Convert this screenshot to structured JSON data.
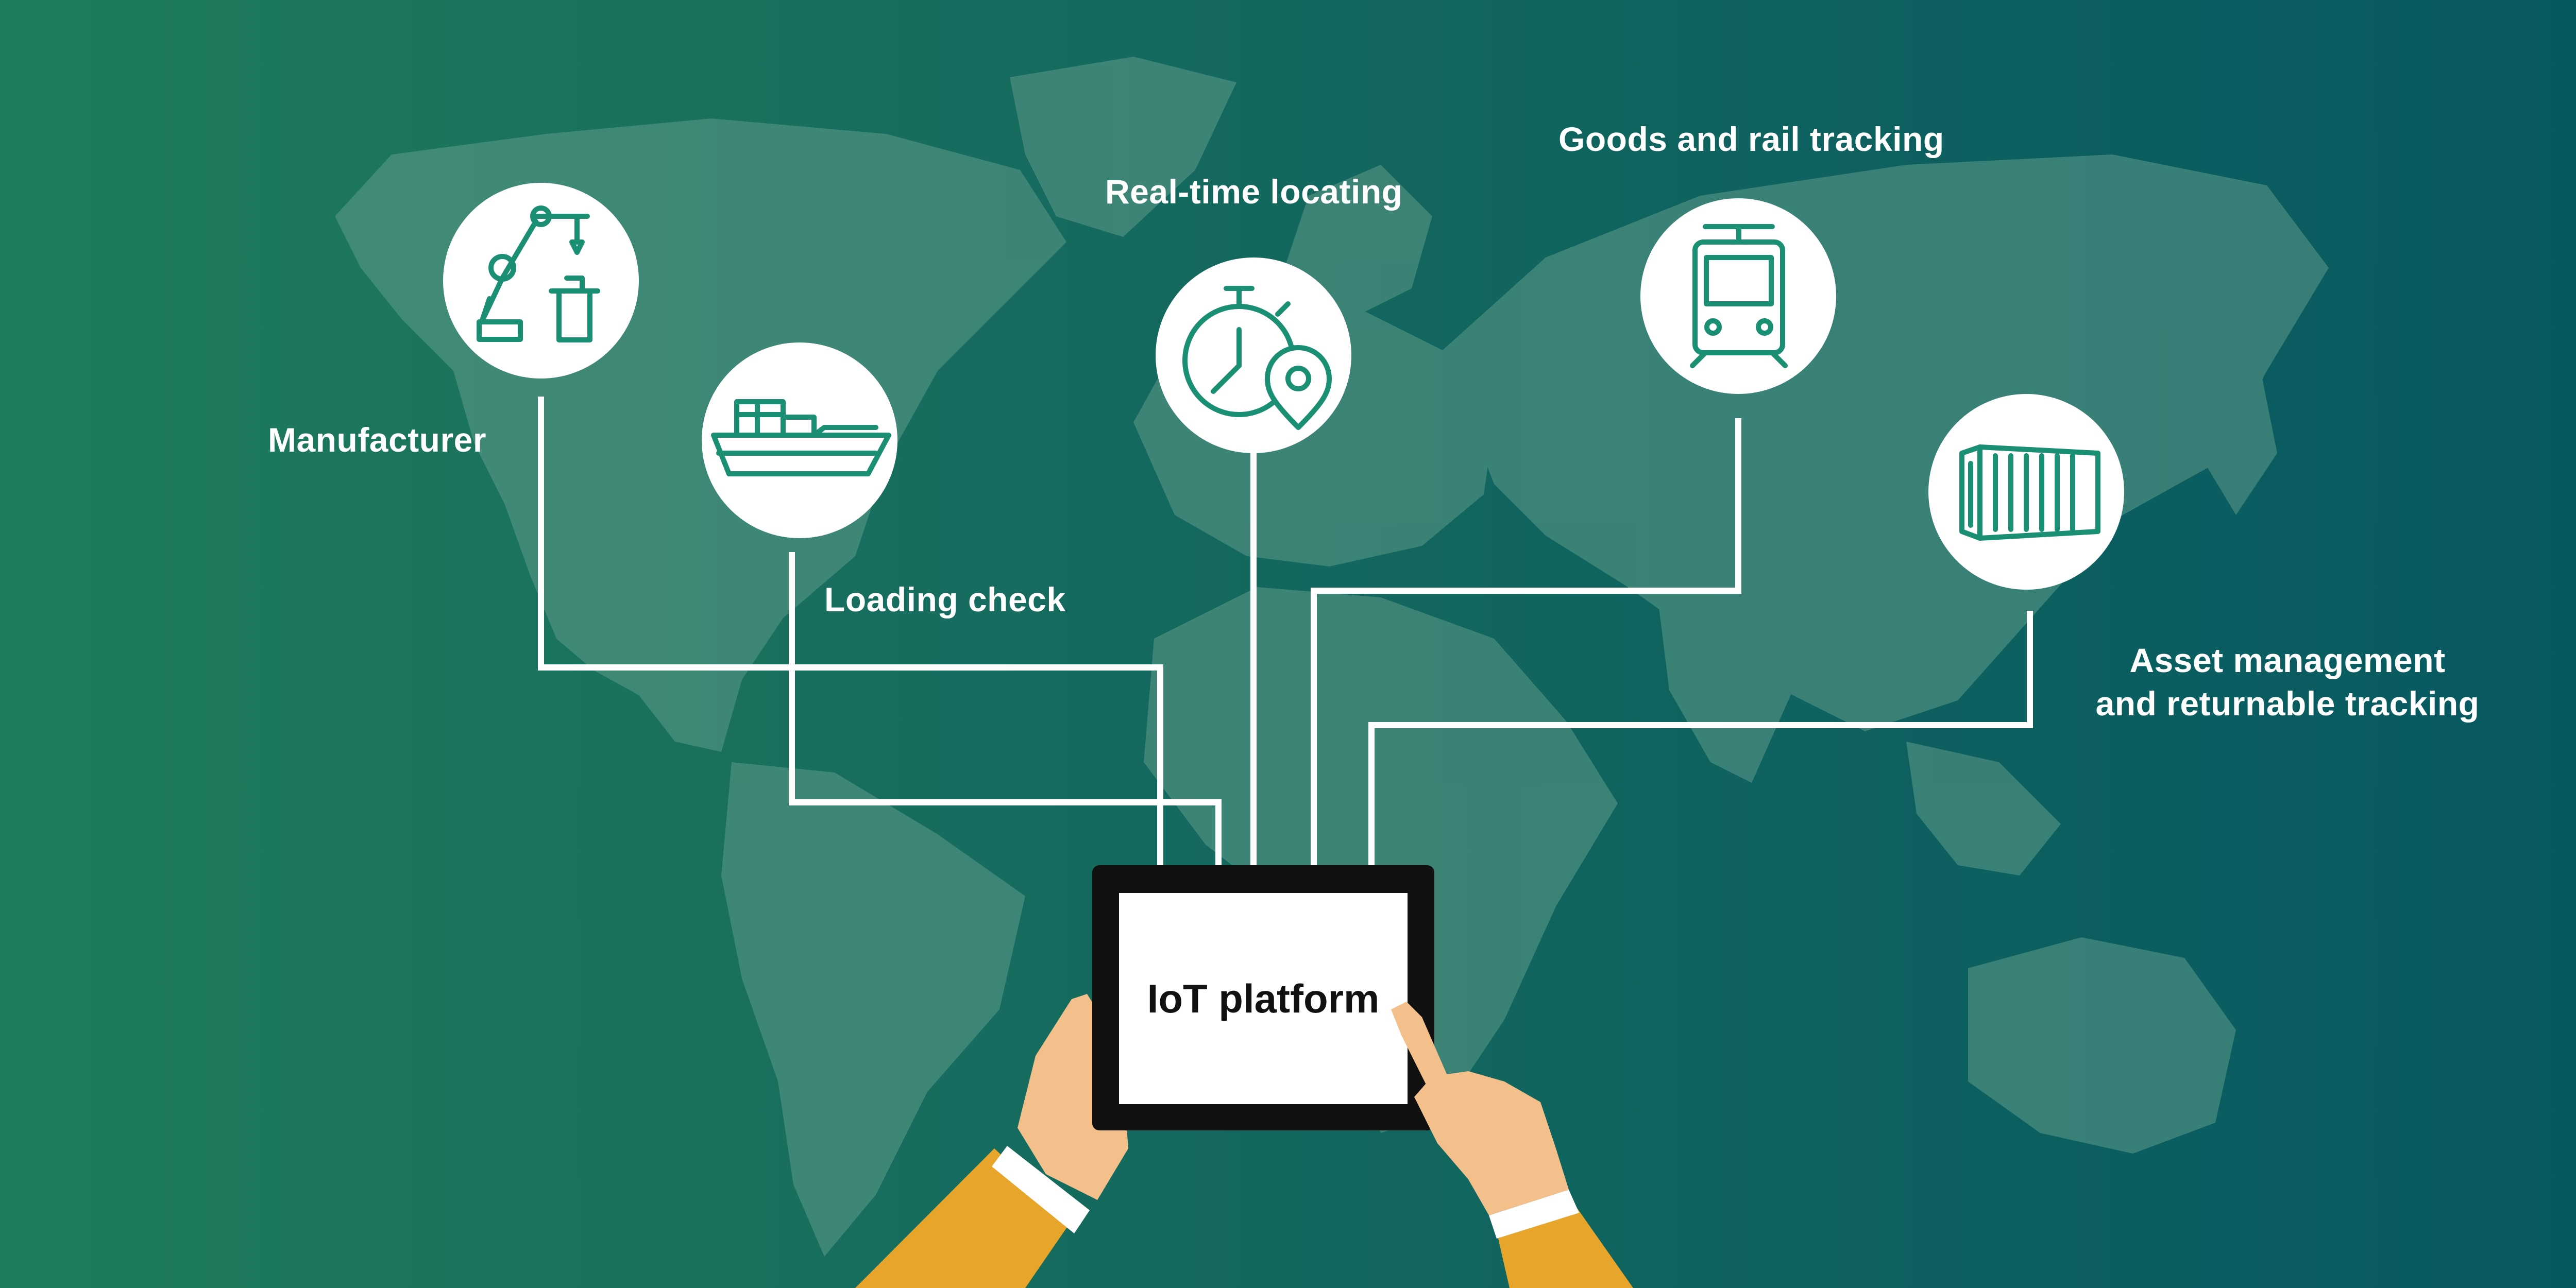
{
  "colors": {
    "background_left": "#1f7c5c",
    "background_right": "#075960",
    "map_land": "#5e9a8a",
    "connector_line": "#ffffff",
    "icon_stroke": "#1a8f73",
    "tablet_frame": "#111111",
    "tablet_screen": "#ffffff",
    "skin": "#f3c08b",
    "sleeve": "#e8a52c"
  },
  "labels": {
    "manufacturer": "Manufacturer",
    "loading_check": "Loading check",
    "real_time_locating": "Real-time locating",
    "goods_rail_tracking": "Goods and rail tracking",
    "asset_management_line1": "Asset management",
    "asset_management_line2": "and returnable tracking"
  },
  "tablet": {
    "screen_text": "IoT platform"
  },
  "icons": [
    "robot-arm-icon",
    "cargo-ship-icon",
    "stopwatch-location-icon",
    "train-icon",
    "shipping-container-icon"
  ]
}
